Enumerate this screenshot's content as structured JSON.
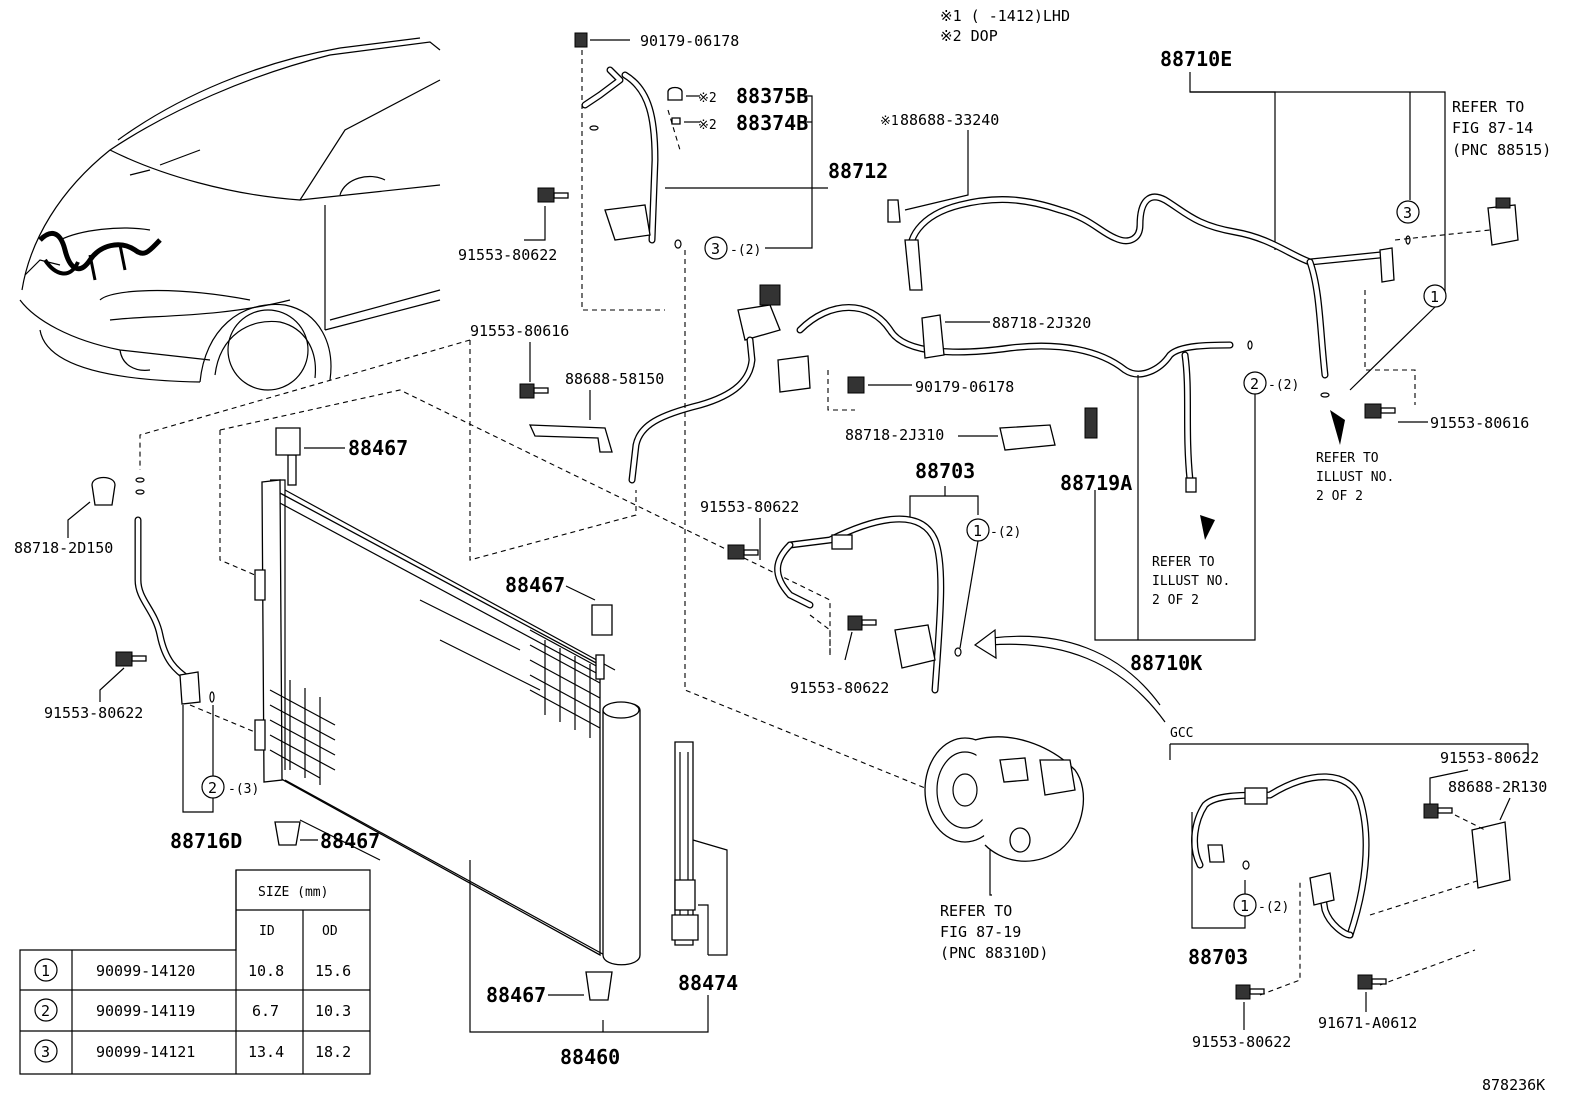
{
  "notes": {
    "note1": "※1 (      -1412)LHD",
    "note2": "※2 DOP"
  },
  "assemblies": {
    "a88710E": "88710E",
    "a88710K": "88710K",
    "a88712": "88712",
    "a88703_top": "88703",
    "a88703_gcc": "88703",
    "a88716D": "88716D",
    "a88460": "88460",
    "a88474": "88474",
    "a88719A": "88719A"
  },
  "parts": {
    "p90179_top": "90179-06178",
    "p88375B": "88375B",
    "p88374B": "88374B",
    "mark_88375B": "※2",
    "mark_88374B": "※2",
    "p91553_80622_a": "91553-80622",
    "o3_qty": "-(2)",
    "mark_88688": "※1",
    "p88688_33240": "88688-33240",
    "p91553_80616_a": "91553-80616",
    "p88688_58150": "88688-58150",
    "p88718_2J320": "88718-2J320",
    "p90179_mid": "90179-06178",
    "p88718_2J310": "88718-2J310",
    "p91553_80616_b": "91553-80616",
    "o2_qty_right": "-(2)",
    "p88467_a": "88467",
    "p88467_b": "88467",
    "p88467_c": "88467",
    "p88467_d": "88467",
    "p88718_2D150": "88718-2D150",
    "p91553_80622_b": "91553-80622",
    "o2_qty_left": "-(3)",
    "p91553_80622_c": "91553-80622",
    "p91553_80622_d": "91553-80622",
    "o1_qty_mid": "-(2)",
    "gcc_label": "GCC",
    "p91553_80622_e": "91553-80622",
    "p88688_2R130": "88688-2R130",
    "o1_qty_gcc": "-(2)",
    "p91553_80622_f": "91553-80622",
    "p91671_A0612": "91671-A0612",
    "drawing_id": "878236K"
  },
  "refs": {
    "fig87_14": [
      "REFER TO",
      "FIG 87-14",
      "(PNC 88515)"
    ],
    "illust_right": [
      "REFER TO",
      "ILLUST NO.",
      "2 OF 2"
    ],
    "illust_mid": [
      "REFER TO",
      "ILLUST NO.",
      "2 OF 2"
    ],
    "fig87_19": [
      "REFER TO",
      "FIG 87-19",
      "(PNC 88310D)"
    ]
  },
  "callouts": {
    "c1": "1",
    "c2": "2",
    "c3": "3"
  },
  "oring_table": {
    "header_size": "SIZE (mm)",
    "header_id": "ID",
    "header_od": "OD",
    "rows": [
      {
        "mark": "1",
        "part": "90099-14120",
        "id": "10.8",
        "od": "15.6"
      },
      {
        "mark": "2",
        "part": "90099-14119",
        "id": "6.7",
        "od": "10.3"
      },
      {
        "mark": "3",
        "part": "90099-14121",
        "id": "13.4",
        "od": "18.2"
      }
    ]
  }
}
